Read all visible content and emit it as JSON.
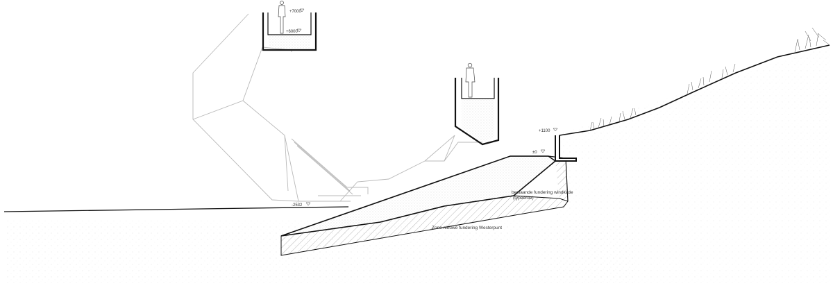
{
  "drawing": {
    "levels": {
      "top_upper": "+7000",
      "top_lower": "+6000",
      "dike": "+1100",
      "zero": "±0",
      "ground": "-2532"
    },
    "annotations": {
      "existing_foundation_line1": "bestaande fundering windkade",
      "existing_foundation_line2": "(typeerde)",
      "new_foundation": "Zone nieuwe fundering Westerpunt"
    },
    "colors": {
      "line": "#111111",
      "ghost": "#b8b8b8",
      "hatch": "#8a8a8a",
      "stipple": "#d9d9d9"
    }
  }
}
